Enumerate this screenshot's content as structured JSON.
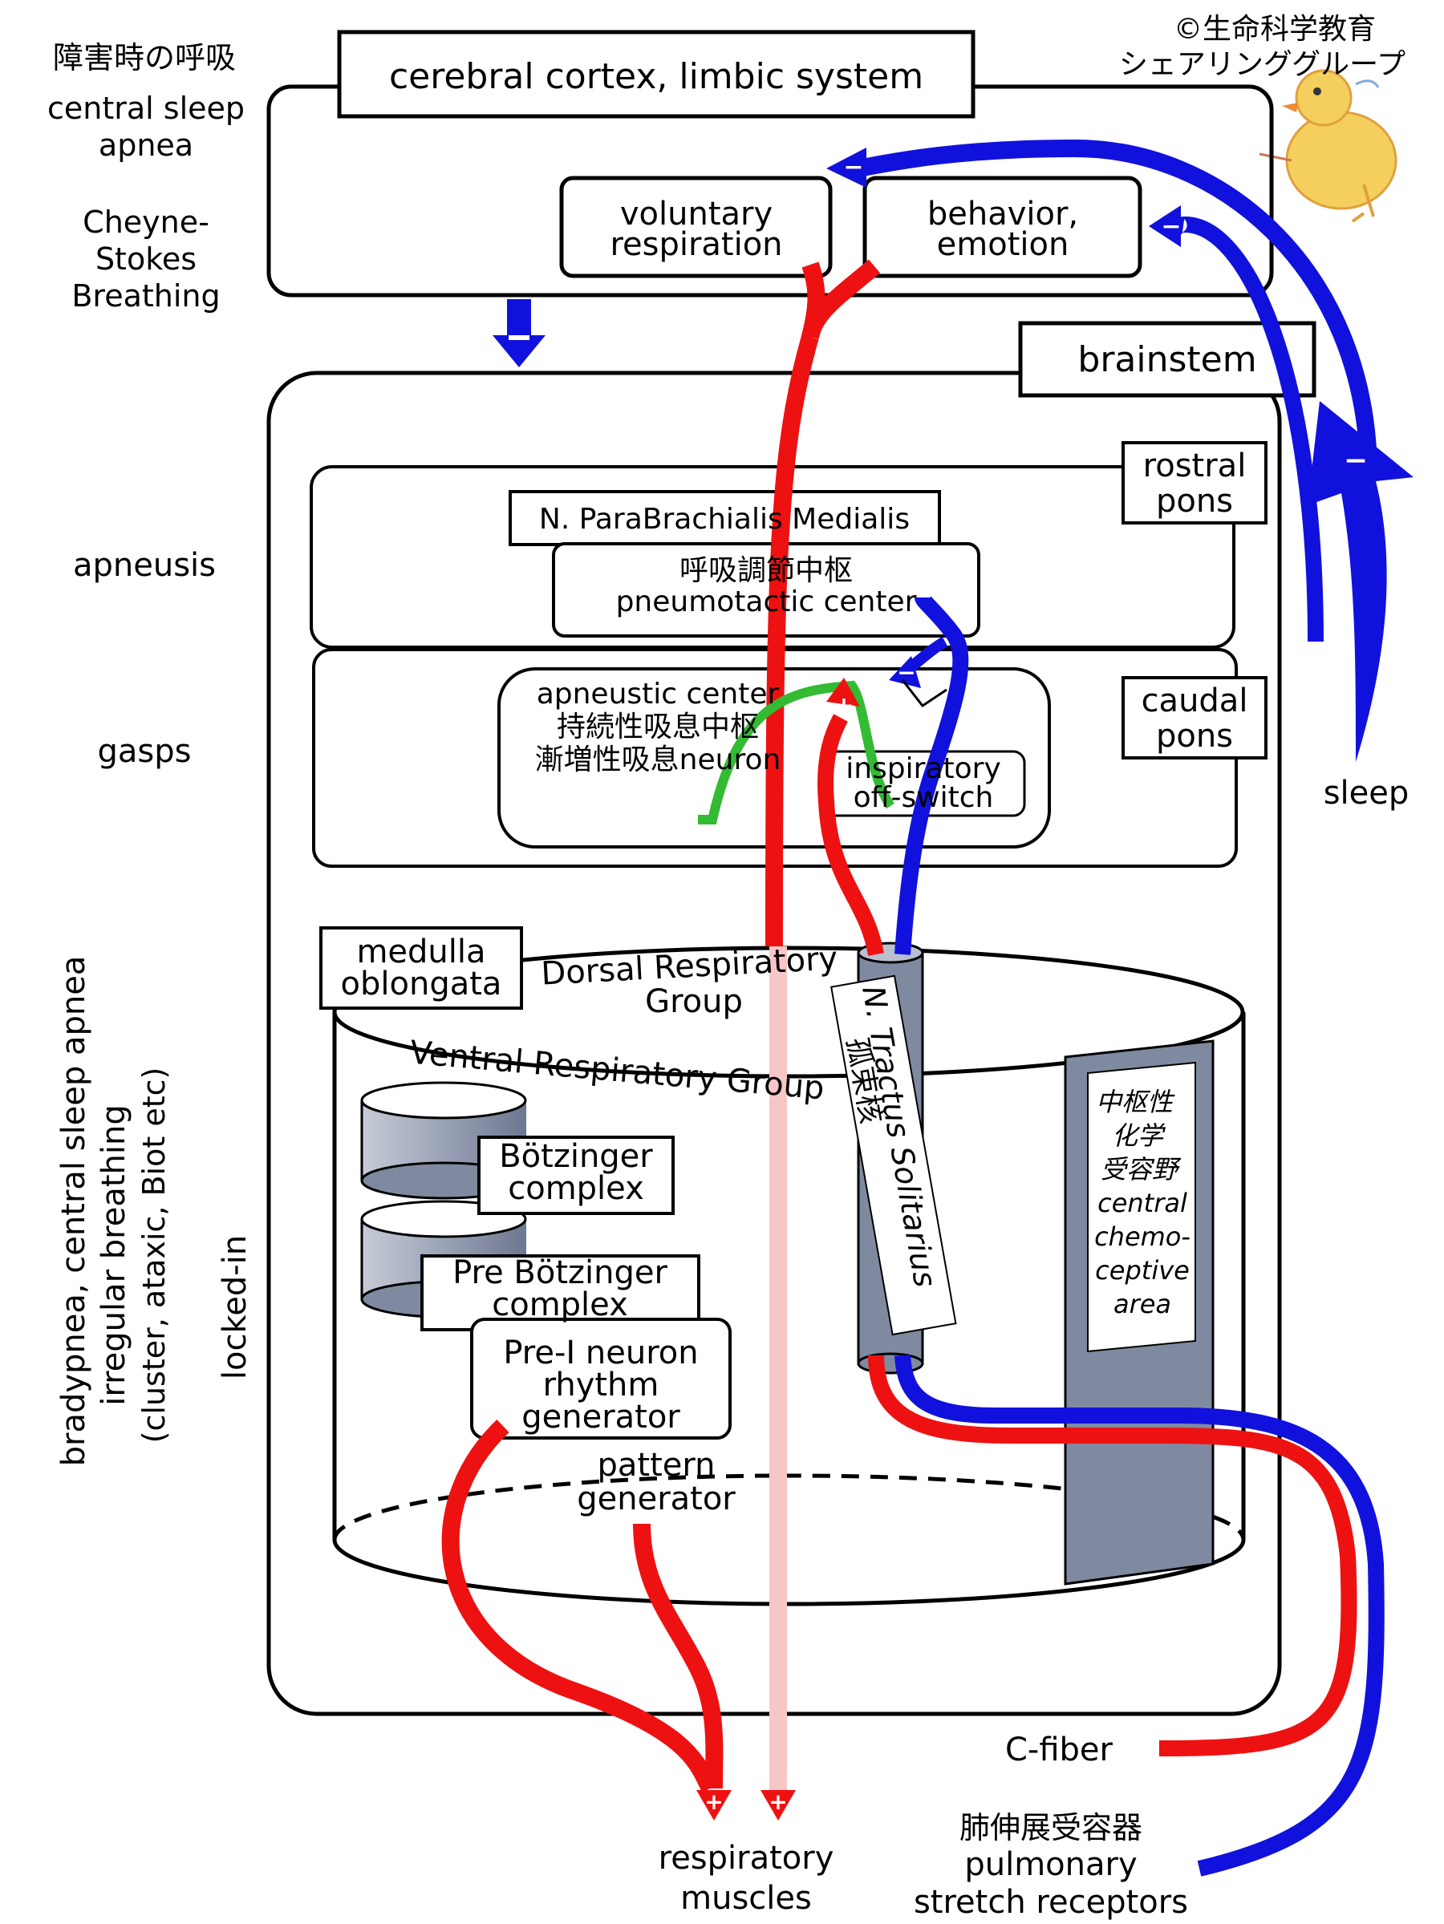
{
  "copyright": {
    "line1": "©生命科学教育",
    "line2": "シェアリンググループ"
  },
  "left_labels": {
    "disorders_heading": "障害時の呼吸",
    "central_sleep_apnea": [
      "central sleep",
      "apnea"
    ],
    "cheyne_stokes": [
      "Cheyne-",
      "Stokes",
      "Breathing"
    ],
    "apneusis": "apneusis",
    "gasps": "gasps",
    "bradypnea": [
      "bradypnea, central sleep apnea",
      "irregular breathing",
      "(cluster, ataxic, Biot etc)"
    ],
    "locked_in": "locked-in"
  },
  "boxes": {
    "cortex": "cerebral cortex, limbic system",
    "voluntary": [
      "voluntary",
      "respiration"
    ],
    "behavior": [
      "behavior,",
      "emotion"
    ],
    "brainstem": "brainstem",
    "rostral_pons": [
      "rostral",
      "pons"
    ],
    "caudal_pons": [
      "caudal",
      "pons"
    ],
    "parabrachialis": "N. ParaBrachialis Medialis",
    "pneumotactic": [
      "呼吸調節中枢",
      "pneumotactic center"
    ],
    "apneustic": [
      "apneustic center",
      "持続性吸息中枢",
      "漸増性吸息neuron"
    ],
    "off_switch": [
      "inspiratory",
      "off-switch"
    ],
    "medulla": [
      "medulla",
      "oblongata"
    ],
    "botzinger": [
      "Bötzinger",
      "complex"
    ],
    "pre_botzinger": [
      "Pre Bötzinger",
      "complex"
    ],
    "pre_i": [
      "Pre-I neuron",
      "rhythm",
      "generator"
    ],
    "chemoreceptive": [
      "中枢性",
      "化学",
      "受容野",
      "central",
      "chemo-",
      "ceptive",
      "area"
    ]
  },
  "groups": {
    "dorsal": [
      "Dorsal Respiratory",
      "Group"
    ],
    "ventral": "Ventral Respiratory Group",
    "tractus": "N. Tractus Solitarius",
    "tractus_jp": "孤束核",
    "pattern_generator": [
      "pattern",
      "generator"
    ]
  },
  "outputs": {
    "muscles": [
      "respiratory",
      "muscles"
    ],
    "c_fiber": "C-fiber",
    "stretch": [
      "肺伸展受容器",
      "pulmonary",
      "stretch receptors"
    ],
    "sleep": "sleep"
  },
  "signs": {
    "plus": "+",
    "minus": "−"
  },
  "colors": {
    "excitatory": "#ee1111",
    "inhibitory": "#1111dd",
    "apneustic_path": "#33bb33",
    "nucleus_fill": "#7f8aa0",
    "pink_path": "#f7c6c6"
  }
}
